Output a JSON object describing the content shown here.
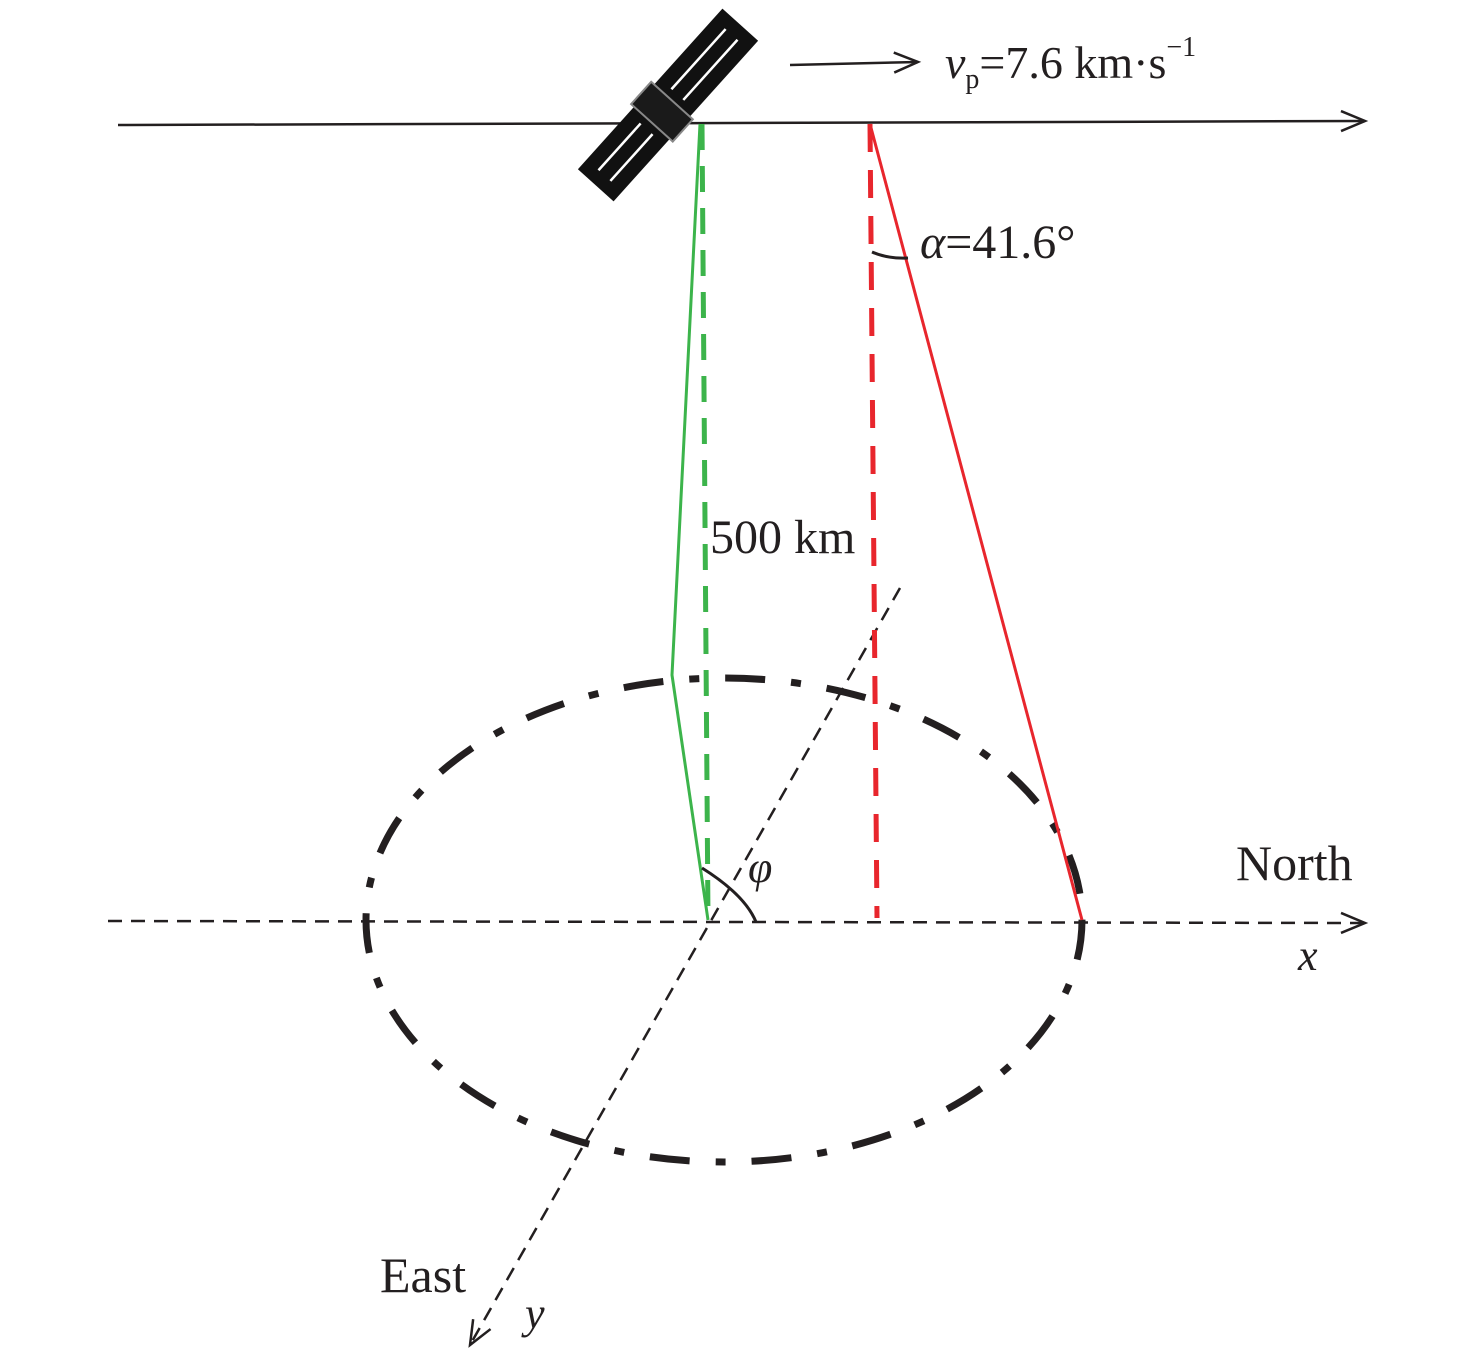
{
  "colors": {
    "ink": "#231f20",
    "green": "#3cb44b",
    "red": "#e8262d"
  },
  "labels": {
    "velocity_symbol": "v",
    "velocity_subscript": "p",
    "velocity_value": "=7.6 km·s",
    "velocity_exponent": "−1",
    "alpha_symbol": "α",
    "alpha_value": "=41.6°",
    "altitude": "500 km",
    "phi": "φ",
    "north": "North",
    "x_axis": "x",
    "east": "East",
    "y_axis": "y"
  }
}
